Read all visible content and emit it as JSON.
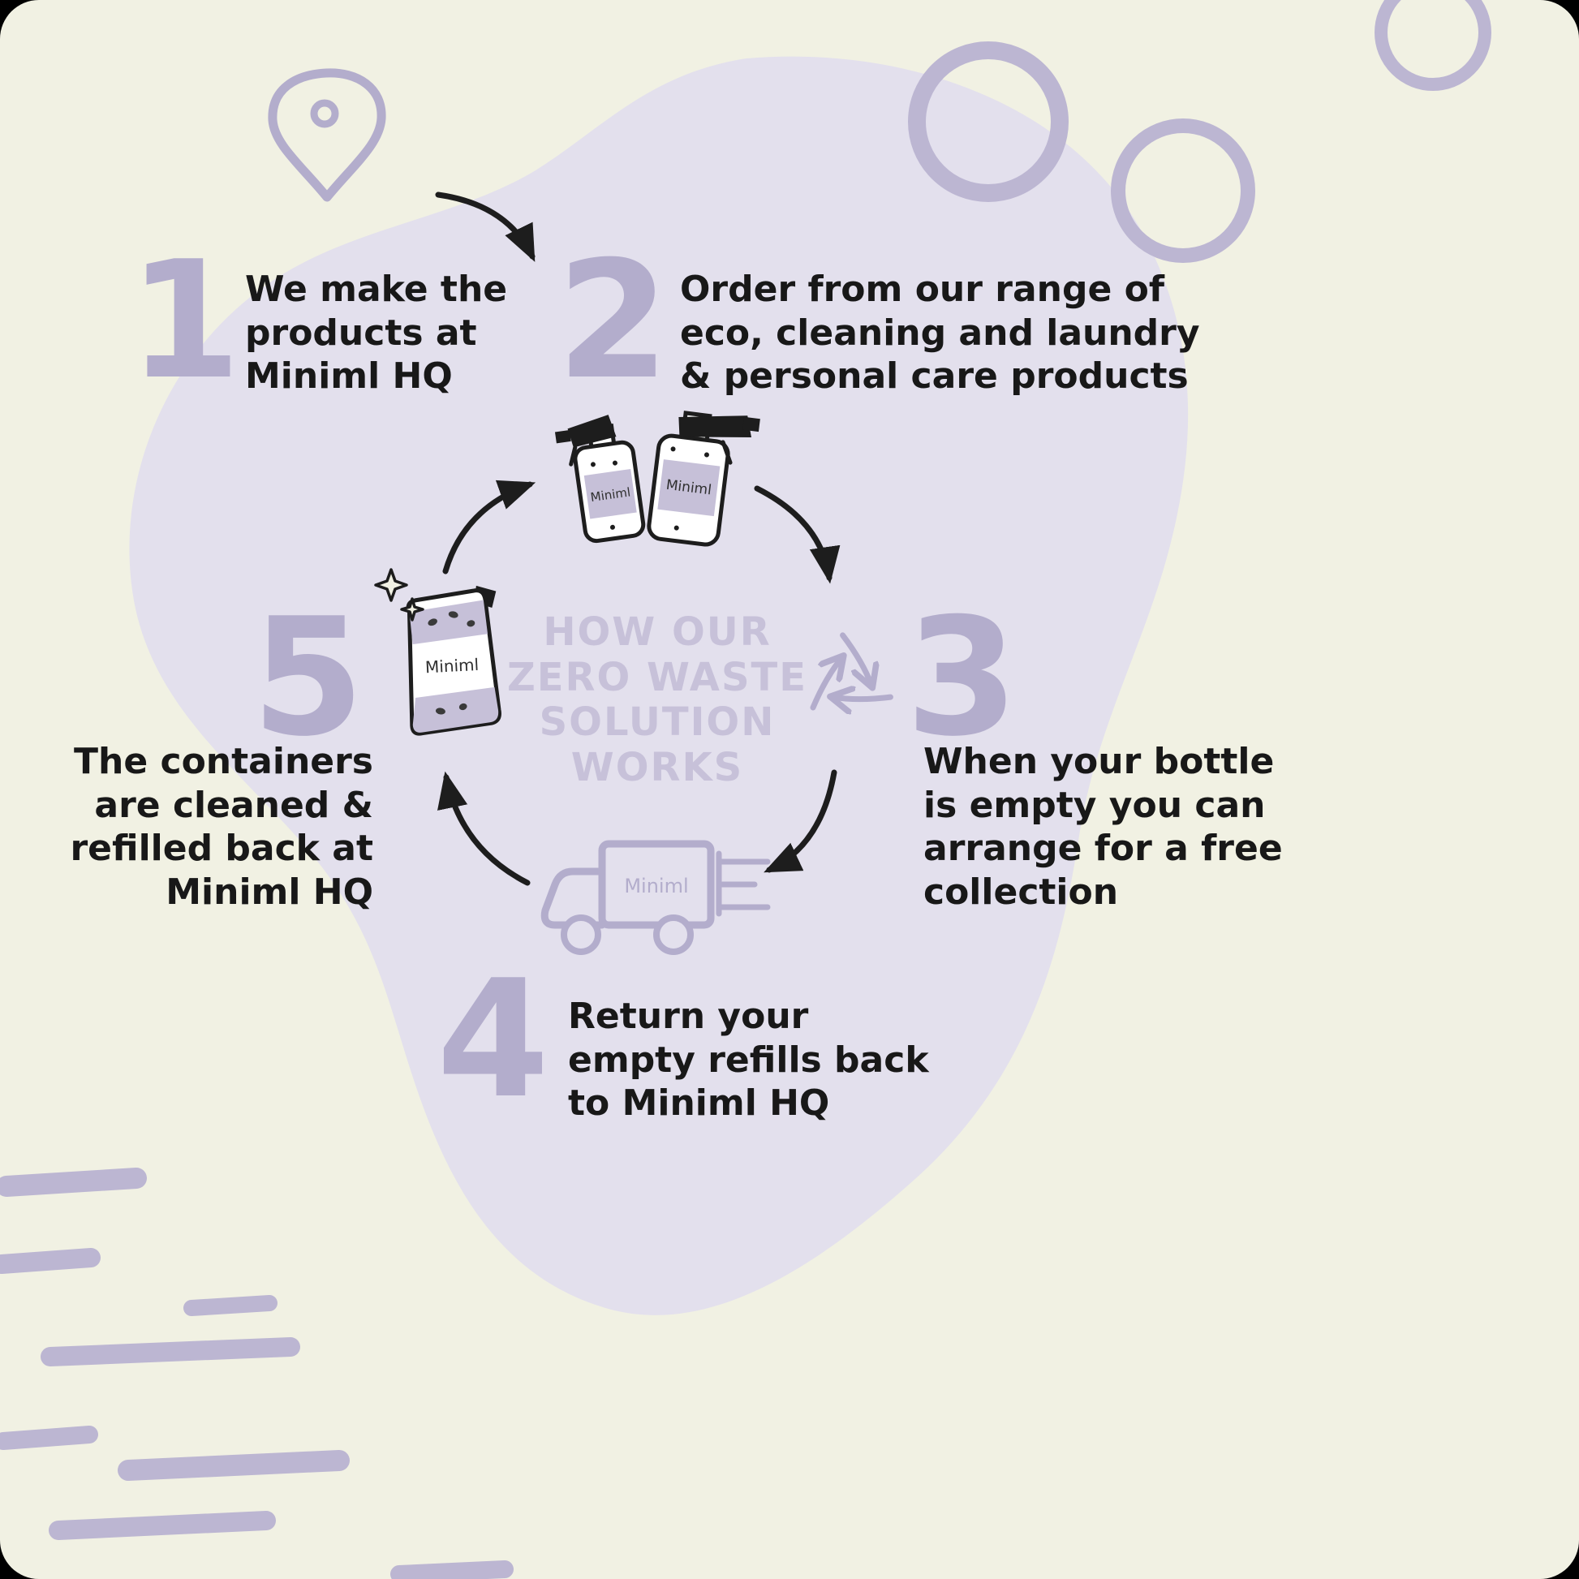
{
  "title": {
    "text": "HOW OUR\nZERO WASTE\nSOLUTION\nWORKS"
  },
  "steps": [
    {
      "number": "1",
      "text": "We make the\nproducts at\nMiniml HQ"
    },
    {
      "number": "2",
      "text": "Order from our range of\neco, cleaning and laundry\n& personal care products"
    },
    {
      "number": "3",
      "text": "When your bottle\nis empty you can\narrange for a free\ncollection"
    },
    {
      "number": "4",
      "text": "Return your\nempty refills back\nto Miniml HQ"
    },
    {
      "number": "5",
      "text": "The containers\nare cleaned &\nrefilled back at\nMiniml HQ"
    }
  ],
  "icons": {
    "spray_bottle_small_label": "Miniml",
    "spray_bottle_large_label": "Miniml",
    "pouch_label": "Miniml",
    "truck_label": "Miniml"
  },
  "colors": {
    "background": "#f1f1e3",
    "blob": "#e3e0ed",
    "accent": "#b3adcc",
    "title": "#c7c1d9",
    "text": "#181818",
    "arrow": "#1d1d1d"
  }
}
